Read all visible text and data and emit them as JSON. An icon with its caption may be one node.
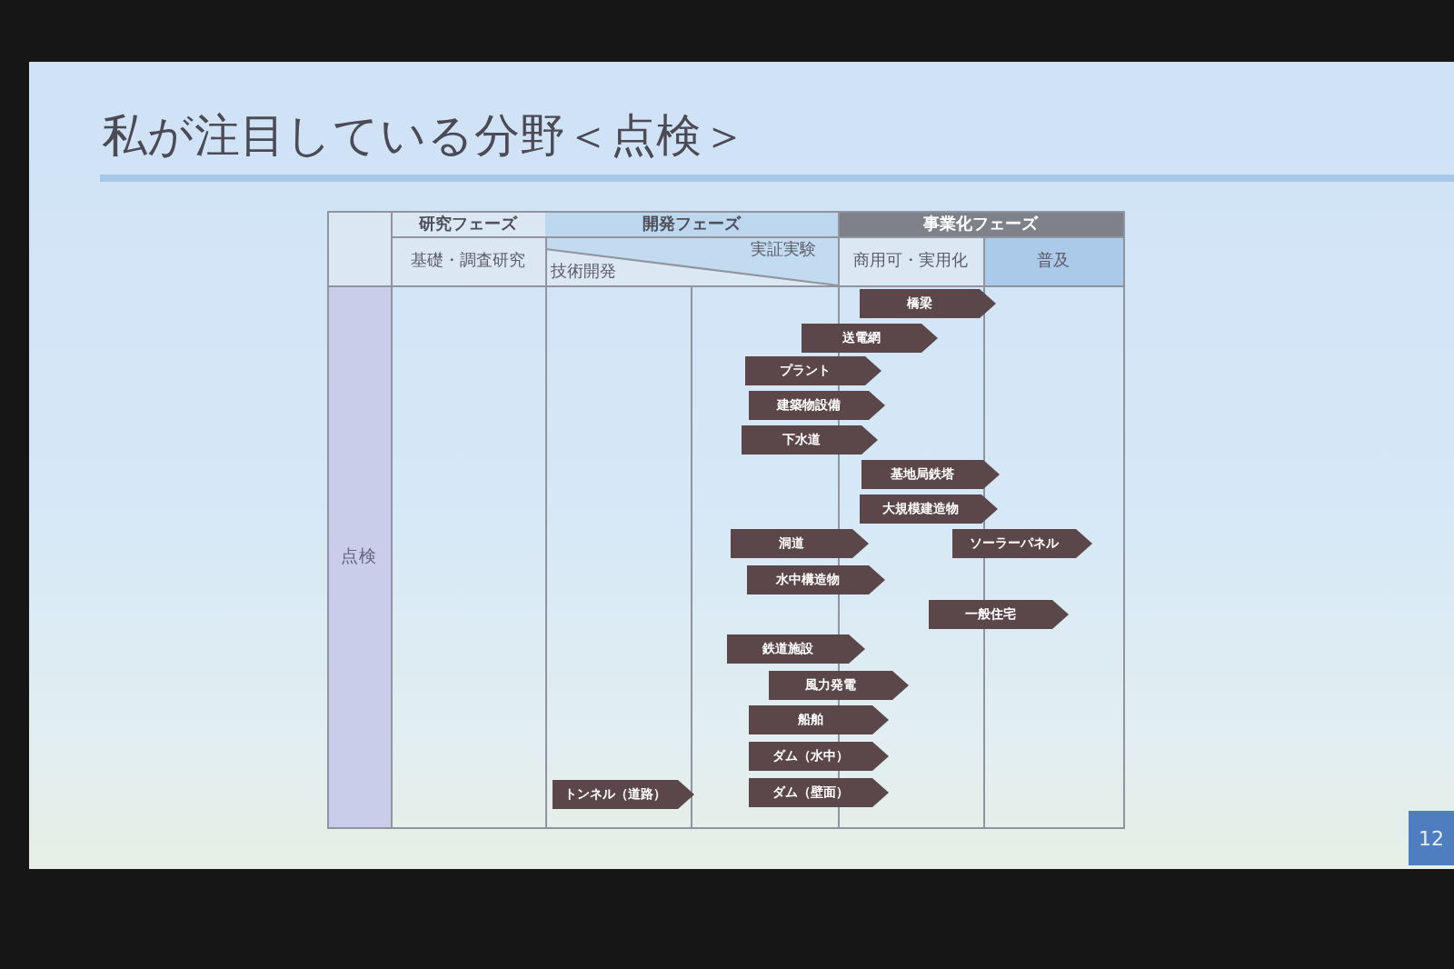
{
  "diagram": {
    "title": "私が注目している分野＜点検＞",
    "nodes": [
      {
        "text": [
          "研究フェーズ"
        ]
      },
      {
        "text": [
          "開発フェーズ"
        ]
      },
      {
        "text": [
          "事業化フェーズ"
        ]
      },
      {
        "text": [
          "基礎・調査研究"
        ]
      },
      {
        "text": [
          "技術開発",
          "実証実験"
        ]
      },
      {
        "text": [
          "商用可・実用化"
        ]
      },
      {
        "text": [
          "普及"
        ]
      },
      {
        "text": [
          "点検"
        ]
      },
      {
        "text": [
          "橋梁"
        ]
      },
      {
        "text": [
          "送電網"
        ]
      },
      {
        "text": [
          "プラント"
        ]
      },
      {
        "text": [
          "建築物設備"
        ]
      },
      {
        "text": [
          "下水道"
        ]
      },
      {
        "text": [
          "基地局鉄塔"
        ]
      },
      {
        "text": [
          "大規模建造物"
        ]
      },
      {
        "text": [
          "洞道"
        ]
      },
      {
        "text": [
          "ソーラーパネル"
        ]
      },
      {
        "text": [
          "水中構造物"
        ]
      },
      {
        "text": [
          "一般住宅"
        ]
      },
      {
        "text": [
          "鉄道施設"
        ]
      },
      {
        "text": [
          "風力発電"
        ]
      },
      {
        "text": [
          "船舶"
        ]
      },
      {
        "text": [
          "ダム（水中）"
        ]
      },
      {
        "text": [
          "ダム（壁面）"
        ]
      },
      {
        "text": [
          "トンネル（道路）"
        ]
      }
    ],
    "labels": [
      "12"
    ]
  }
}
